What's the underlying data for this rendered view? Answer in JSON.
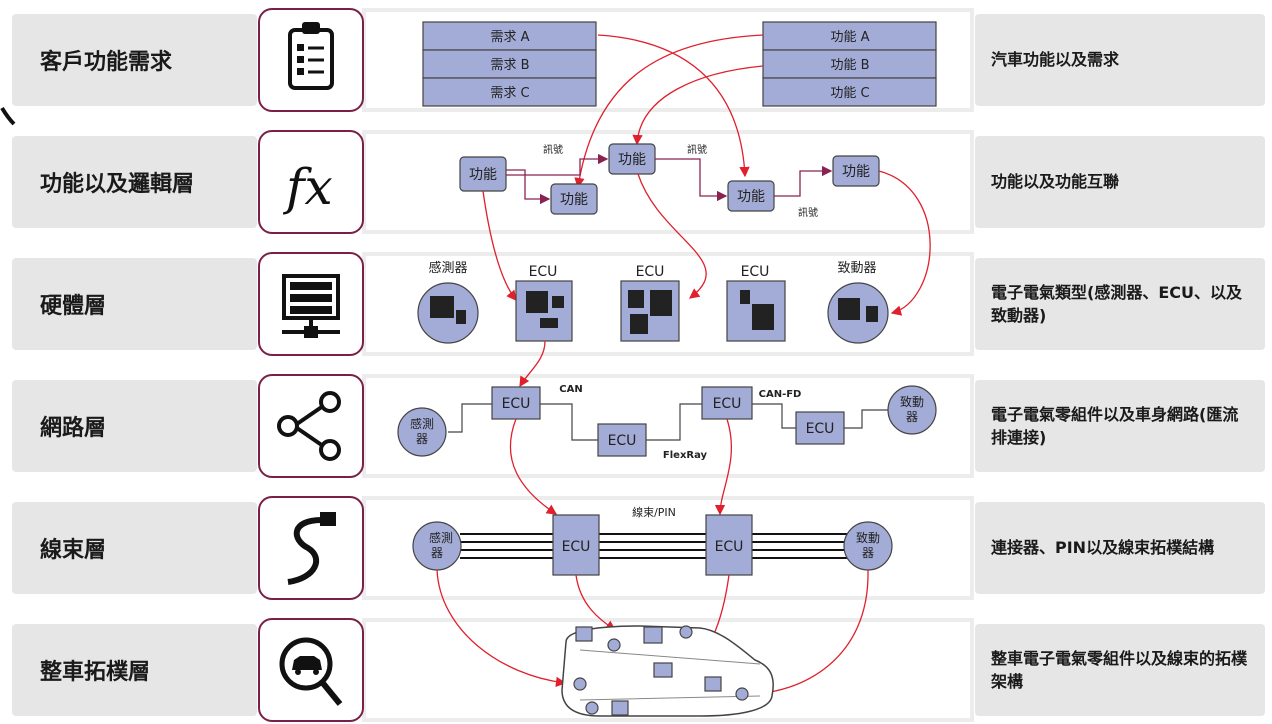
{
  "layers": [
    {
      "name": "客戶功能需求",
      "desc": "汽車功能以及需求"
    },
    {
      "name": "功能以及邏輯層",
      "desc": "功能以及功能互聯"
    },
    {
      "name": "硬體層",
      "desc": "電子電氣類型(感測器、ECU、以及致動器)"
    },
    {
      "name": "網路層",
      "desc": "電子電氣零組件以及車身網路(匯流排連接)"
    },
    {
      "name": "線束層",
      "desc": "連接器、PIN以及線束拓樸結構"
    },
    {
      "name": "整車拓樸層",
      "desc": "整車電子電氣零組件以及線束的拓樸架構"
    }
  ],
  "icons": [
    "clipboard-checklist-icon",
    "fx-function-icon",
    "server-rack-icon",
    "network-nodes-icon",
    "cable-connector-icon",
    "car-magnifier-icon"
  ],
  "requirements": {
    "needs": [
      "需求 A",
      "需求 B",
      "需求 C"
    ],
    "functions": [
      "功能 A",
      "功能 B",
      "功能 C"
    ]
  },
  "logic": {
    "function": "功能",
    "signal": "訊號"
  },
  "hardware": {
    "sensor": "感測器",
    "ecu": "ECU",
    "actuator": "致動器"
  },
  "network": {
    "ecu": "ECU",
    "sensor": "感測器",
    "actuator": "致動器",
    "can": "CAN",
    "can_fd": "CAN-FD",
    "flexray": "FlexRay"
  },
  "harness": {
    "bundle": "線束/PIN",
    "ecu": "ECU",
    "sensor": "感測器",
    "actuator": "致動器"
  },
  "colors": {
    "node_fill": "#a3acd6",
    "arrow": "#e0202c",
    "icon_border": "#7a2047",
    "panel": "#e6e6e6"
  }
}
